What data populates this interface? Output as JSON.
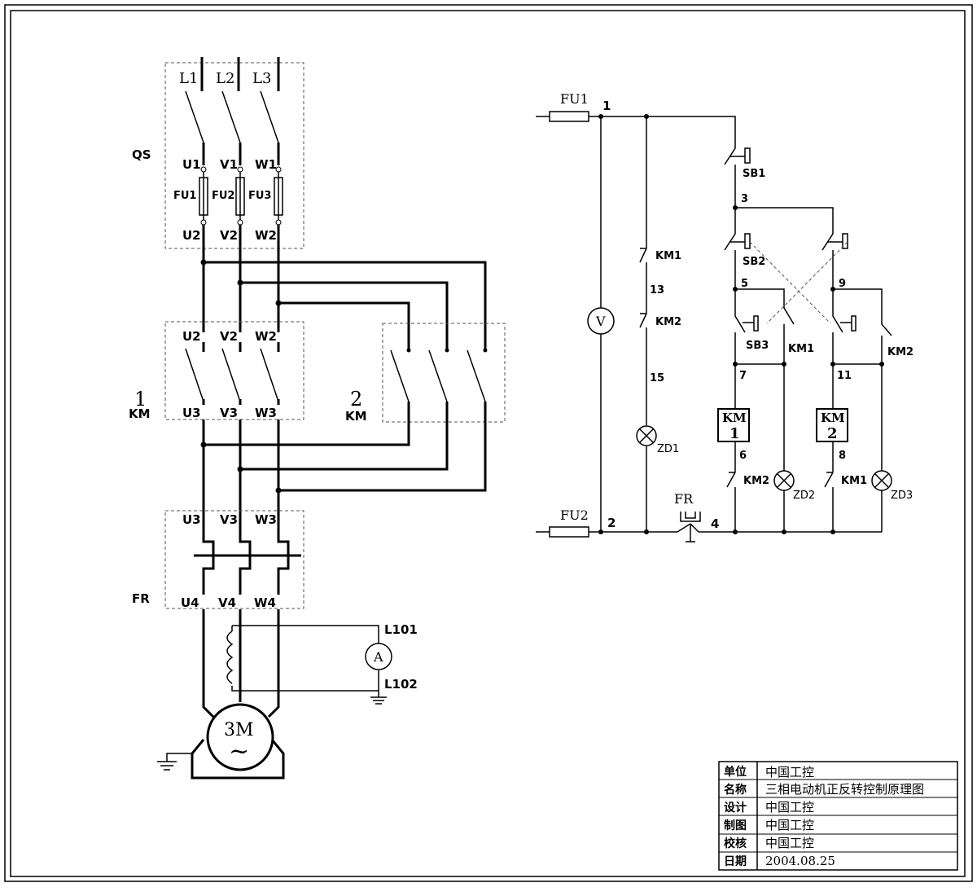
{
  "power": {
    "lines": [
      "L1",
      "L2",
      "L3"
    ],
    "qs_label": "QS",
    "qs_terms_top": [
      "U1",
      "V1",
      "W1"
    ],
    "qs_fuses": [
      "FU1",
      "FU2",
      "FU3"
    ],
    "qs_terms_bot": [
      "U2",
      "V2",
      "W2"
    ],
    "km1_terms_top": [
      "U2",
      "V2",
      "W2"
    ],
    "km1_terms_bot": [
      "U3",
      "V3",
      "W3"
    ],
    "km1_num": "1",
    "km1_km": "KM",
    "km2_num": "2",
    "km2_km": "KM",
    "fr_terms_top": [
      "U3",
      "V3",
      "W3"
    ],
    "fr_terms_bot": [
      "U4",
      "V4",
      "W4"
    ],
    "fr_label": "FR",
    "l101": "L101",
    "l102": "L102",
    "ammeter": "A",
    "motor": "3M",
    "motor_sym": "~"
  },
  "control": {
    "fu1": "FU1",
    "fu2": "FU2",
    "node1": "1",
    "node2": "2",
    "node3": "3",
    "node4": "4",
    "node5": "5",
    "node6": "6",
    "node7": "7",
    "node8": "8",
    "node9": "9",
    "node11": "11",
    "node13": "13",
    "node15": "15",
    "voltmeter": "V",
    "sb1": "SB1",
    "sb2": "SB2",
    "sb3": "SB3",
    "km1_contact_a": "KM1",
    "km2_contact_a": "KM2",
    "km1_contact_b": "KM1",
    "km2_contact_b": "KM2",
    "km2_contact_c": "KM2",
    "km1_contact_c": "KM1",
    "coil1_top": "KM",
    "coil1_num": "1",
    "coil2_top": "KM",
    "coil2_num": "2",
    "zd1": "ZD1",
    "zd2": "ZD2",
    "zd3": "ZD3",
    "fr": "FR"
  },
  "title_block": {
    "rows": [
      {
        "key": "单位",
        "value": "中国工控"
      },
      {
        "key": "名称",
        "value": "三相电动机正反转控制原理图"
      },
      {
        "key": "设计",
        "value": "中国工控"
      },
      {
        "key": "制图",
        "value": "中国工控"
      },
      {
        "key": "校核",
        "value": "中国工控"
      },
      {
        "key": "日期",
        "value": "2004.08.25"
      }
    ]
  }
}
